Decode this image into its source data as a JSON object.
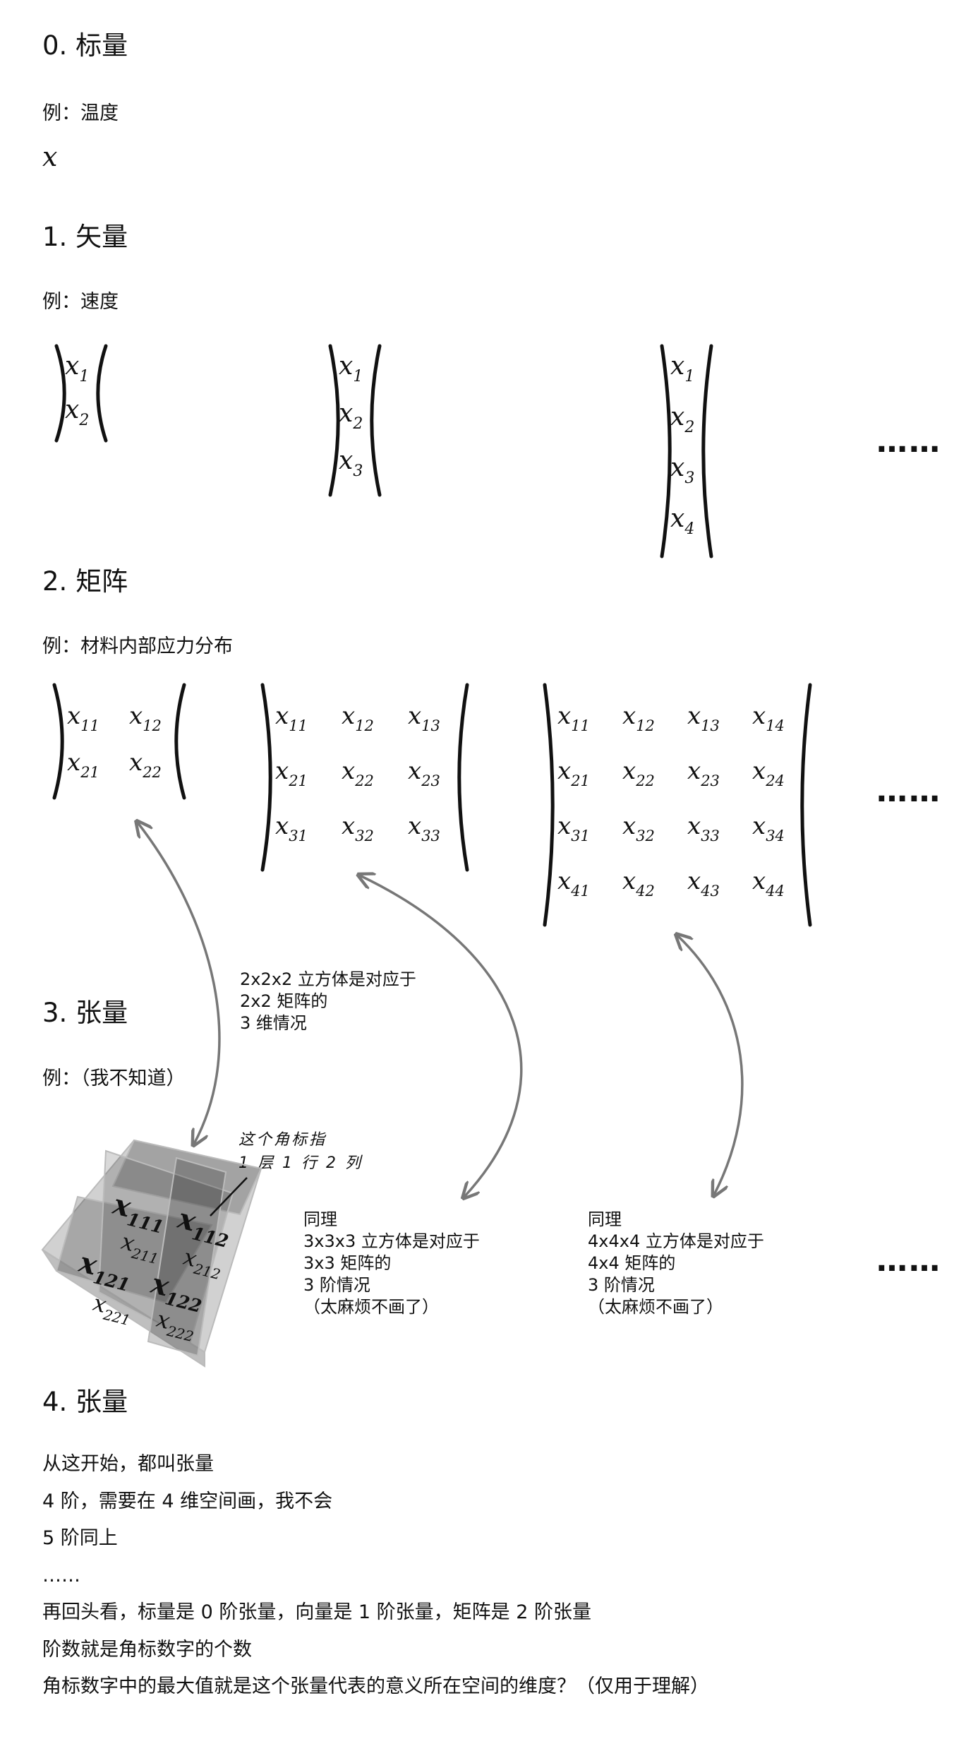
{
  "sections": {
    "s0": {
      "heading": "0. 标量",
      "example": "例：温度",
      "symbol": "x"
    },
    "s1": {
      "heading": "1. 矢量",
      "example": "例：速度"
    },
    "s2": {
      "heading": "2. 矩阵",
      "example": "例：材料内部应力分布"
    },
    "s3": {
      "heading": "3. 张量",
      "example": "例：（我不知道）"
    },
    "s4": {
      "heading": "4. 张量"
    }
  },
  "ellipsis": "……",
  "vectors": [
    [
      "x1",
      "x2"
    ],
    [
      "x1",
      "x2",
      "x3"
    ],
    [
      "x1",
      "x2",
      "x3",
      "x4"
    ]
  ],
  "matrices": [
    [
      [
        "x11",
        "x12"
      ],
      [
        "x21",
        "x22"
      ]
    ],
    [
      [
        "x11",
        "x12",
        "x13"
      ],
      [
        "x21",
        "x22",
        "x23"
      ],
      [
        "x31",
        "x32",
        "x33"
      ]
    ],
    [
      [
        "x11",
        "x12",
        "x13",
        "x14"
      ],
      [
        "x21",
        "x22",
        "x23",
        "x24"
      ],
      [
        "x31",
        "x32",
        "x33",
        "x34"
      ],
      [
        "x41",
        "x42",
        "x43",
        "x44"
      ]
    ]
  ],
  "notes": {
    "cube2": [
      "2x2x2 立方体是对应于",
      "2x2 矩阵的",
      "3 维情况"
    ],
    "index": [
      "这个角标指",
      "1 层 1 行 2 列"
    ],
    "cube3": [
      "同理",
      "3x3x3 立方体是对应于",
      "3x3 矩阵的",
      "3 阶情况",
      "（太麻烦不画了）"
    ],
    "cube4": [
      "同理",
      "4x4x4 立方体是对应于",
      "4x4 矩阵的",
      "3 阶情况",
      "（太麻烦不画了）"
    ]
  },
  "cube_labels": [
    "x111",
    "x112",
    "x211",
    "x212",
    "x121",
    "x122",
    "x221",
    "x222"
  ],
  "closing": [
    "从这开始，都叫张量",
    "4 阶，需要在 4 维空间画，我不会",
    "5 阶同上",
    "……",
    "再回头看，标量是 0 阶张量，向量是 1 阶张量，矩阵是 2 阶张量",
    "阶数就是角标数字的个数",
    "角标数字中的最大值就是这个张量代表的意义所在空间的维度？（仅用于理解）"
  ]
}
